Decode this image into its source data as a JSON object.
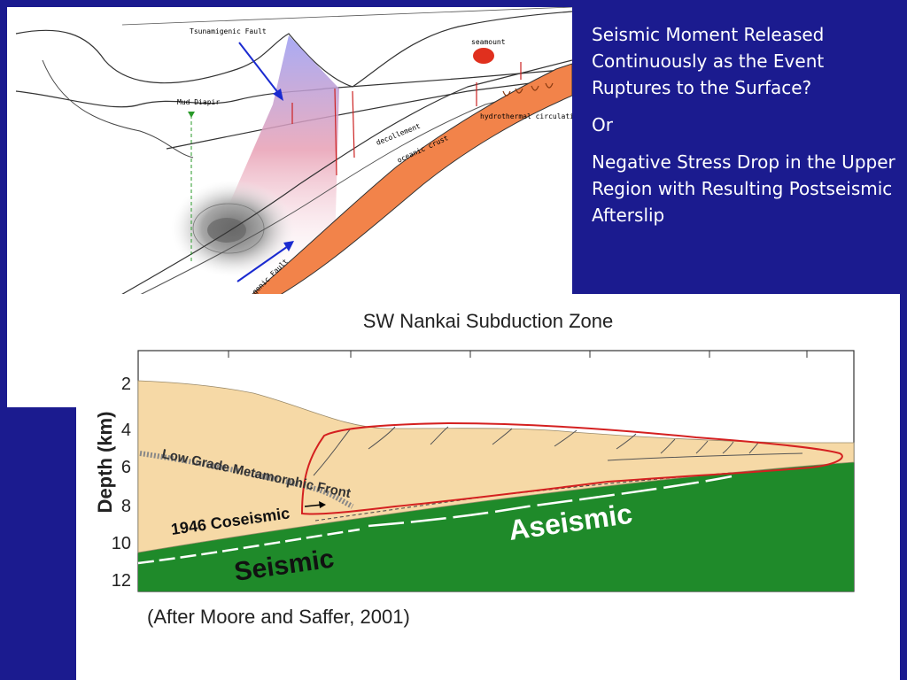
{
  "slide_text": {
    "paragraph1": "Seismic Moment Released Continuously as the Event Ruptures to the Surface?",
    "paragraph2": "Or",
    "paragraph3": "Negative Stress Drop in the Upper Region with Resulting Postseismic Afterslip"
  },
  "top_diagram": {
    "labels": {
      "tsunamigenic_fault": "Tsunamigenic Fault",
      "seamount": "seamount",
      "mud_diapir": "Mud Diapir",
      "hydrothermal": "hydrothermal circulation",
      "decollement": "decollement",
      "oceanic_crust": "oceanic crust",
      "lower_fault": "genic Fault"
    }
  },
  "cross_section": {
    "title": "SW Nankai Subduction Zone",
    "ylabel": "Depth (km)",
    "depth_ticks": [
      "2",
      "4",
      "6",
      "8",
      "10",
      "12"
    ],
    "labels": {
      "metamorphic_front": "Low Grade Metamorphic Front",
      "coseismic": "1946 Coseismic",
      "seismic": "Seismic",
      "aseismic": "Aseismic",
      "citation": "(After Moore and Saffer, 2001)"
    },
    "colors": {
      "sediment": "#f6d9a6",
      "crust": "#1f8a2a",
      "outline": "#d42020"
    }
  }
}
